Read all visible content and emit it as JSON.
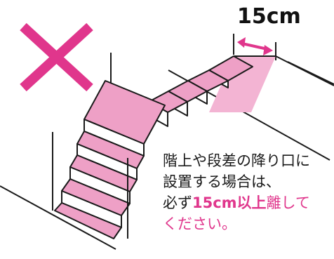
{
  "measurement": "15cm",
  "note": {
    "line1": "階上や段差の降り口に",
    "line2": "設置する場合は、",
    "line3_pre": "必ず",
    "line3_emphasis": "15cm以上",
    "line3_post": "離して",
    "line4": "ください。"
  },
  "colors": {
    "mark": "#e0368c",
    "tread": "#eea0c6",
    "tread_light": "#f3b4d3",
    "outline": "#1a1a1a"
  },
  "icons": [
    "x-mark-icon",
    "dimension-arrow-icon"
  ]
}
